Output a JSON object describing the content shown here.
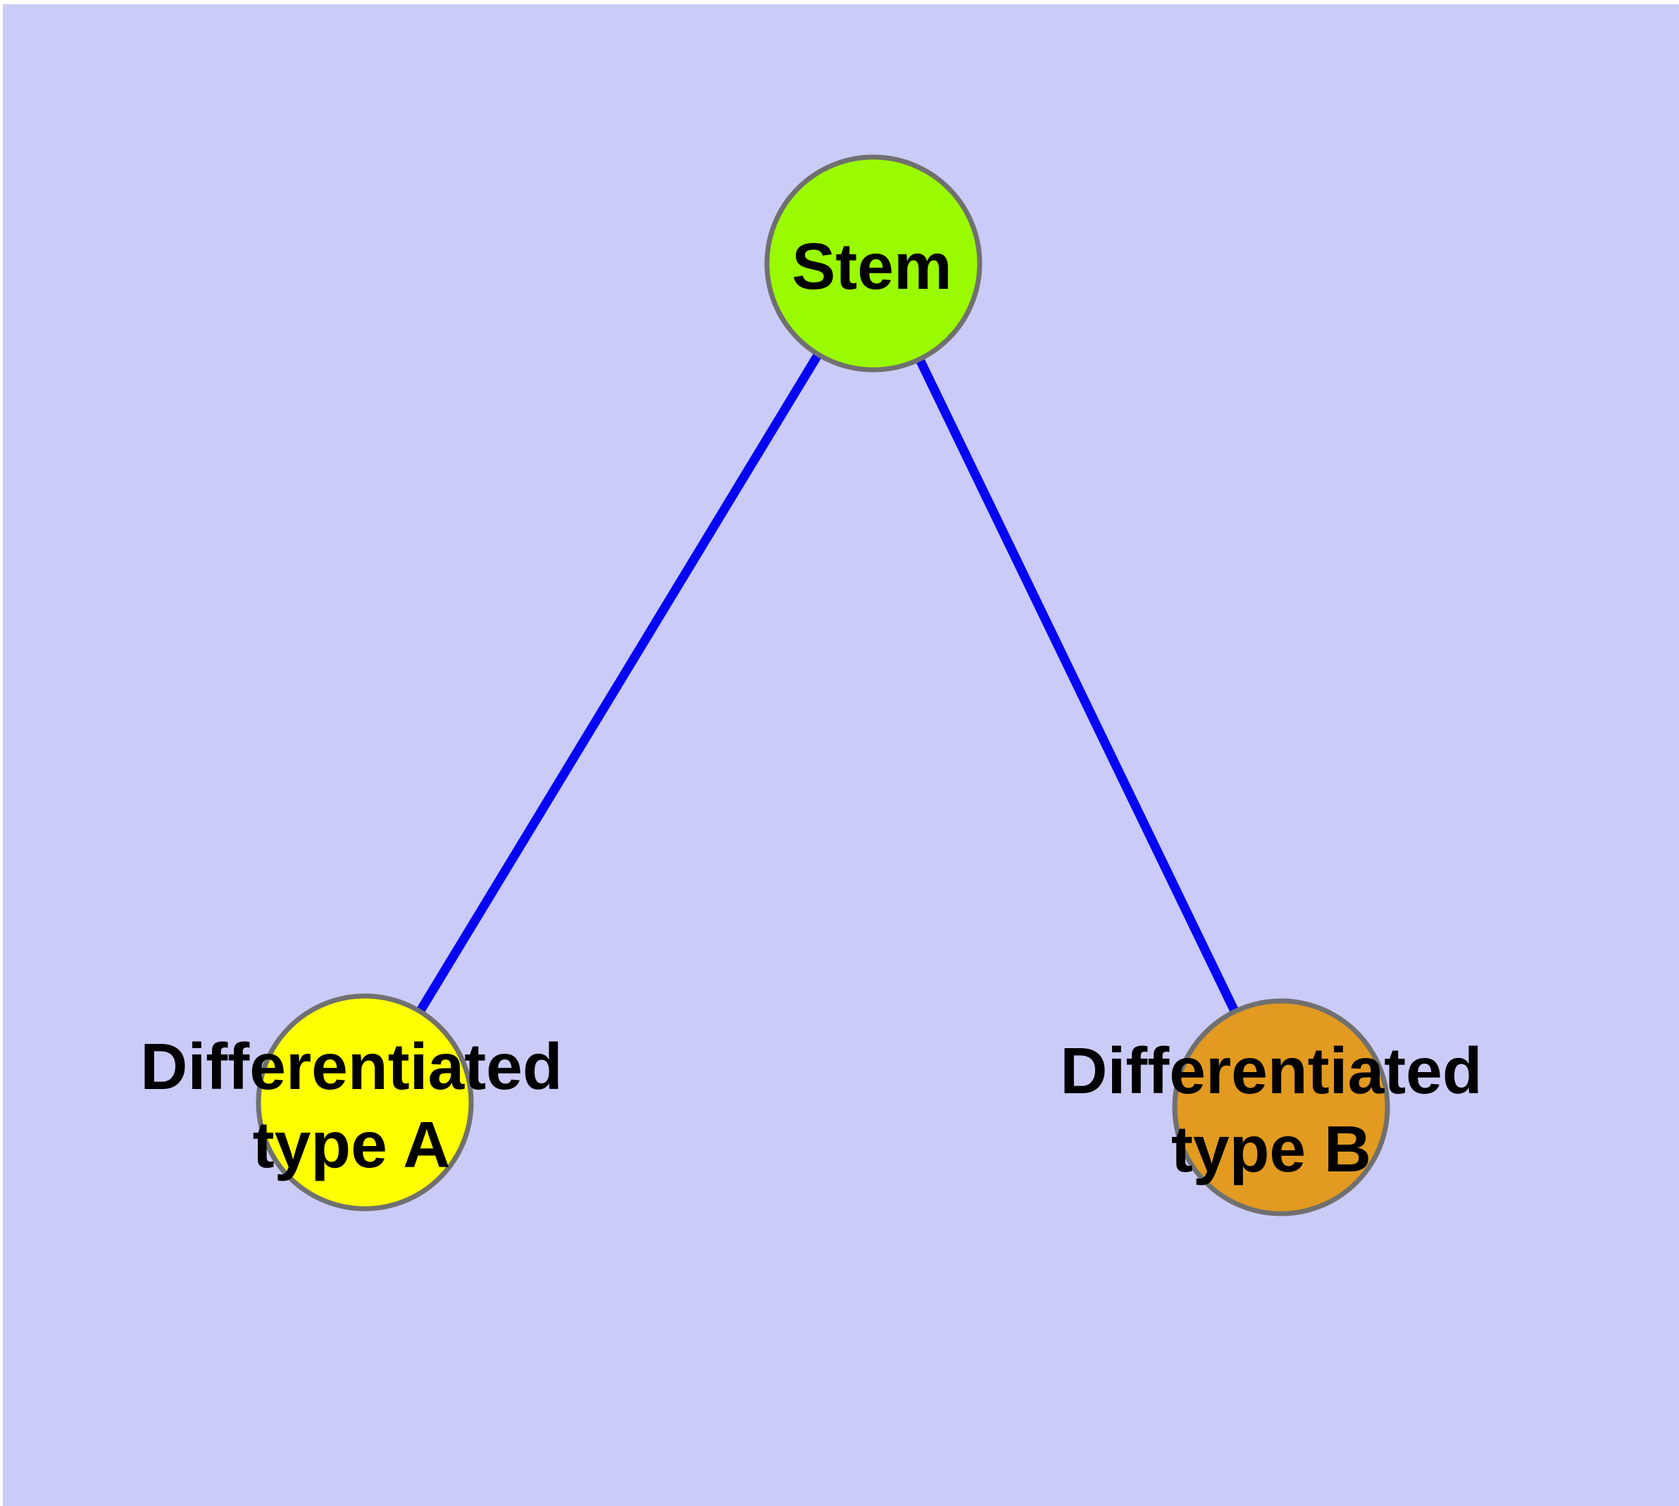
{
  "canvas": {
    "background_color": "#CBCBF8",
    "margin_color": "#FFFFFF"
  },
  "edges": {
    "color": "#0505F2",
    "items": [
      {
        "from": "stem",
        "to": "type_a"
      },
      {
        "from": "stem",
        "to": "type_b"
      }
    ]
  },
  "nodes": {
    "border_color": "#707070",
    "stem": {
      "label": "Stem",
      "fill": "#9AFB00"
    },
    "type_a": {
      "label_line1": "Differentiated",
      "label_line2": "type A",
      "fill": "#FFFF00"
    },
    "type_b": {
      "label_line1": "Differentiated",
      "label_line2": "type B",
      "fill": "#E29A20"
    }
  }
}
